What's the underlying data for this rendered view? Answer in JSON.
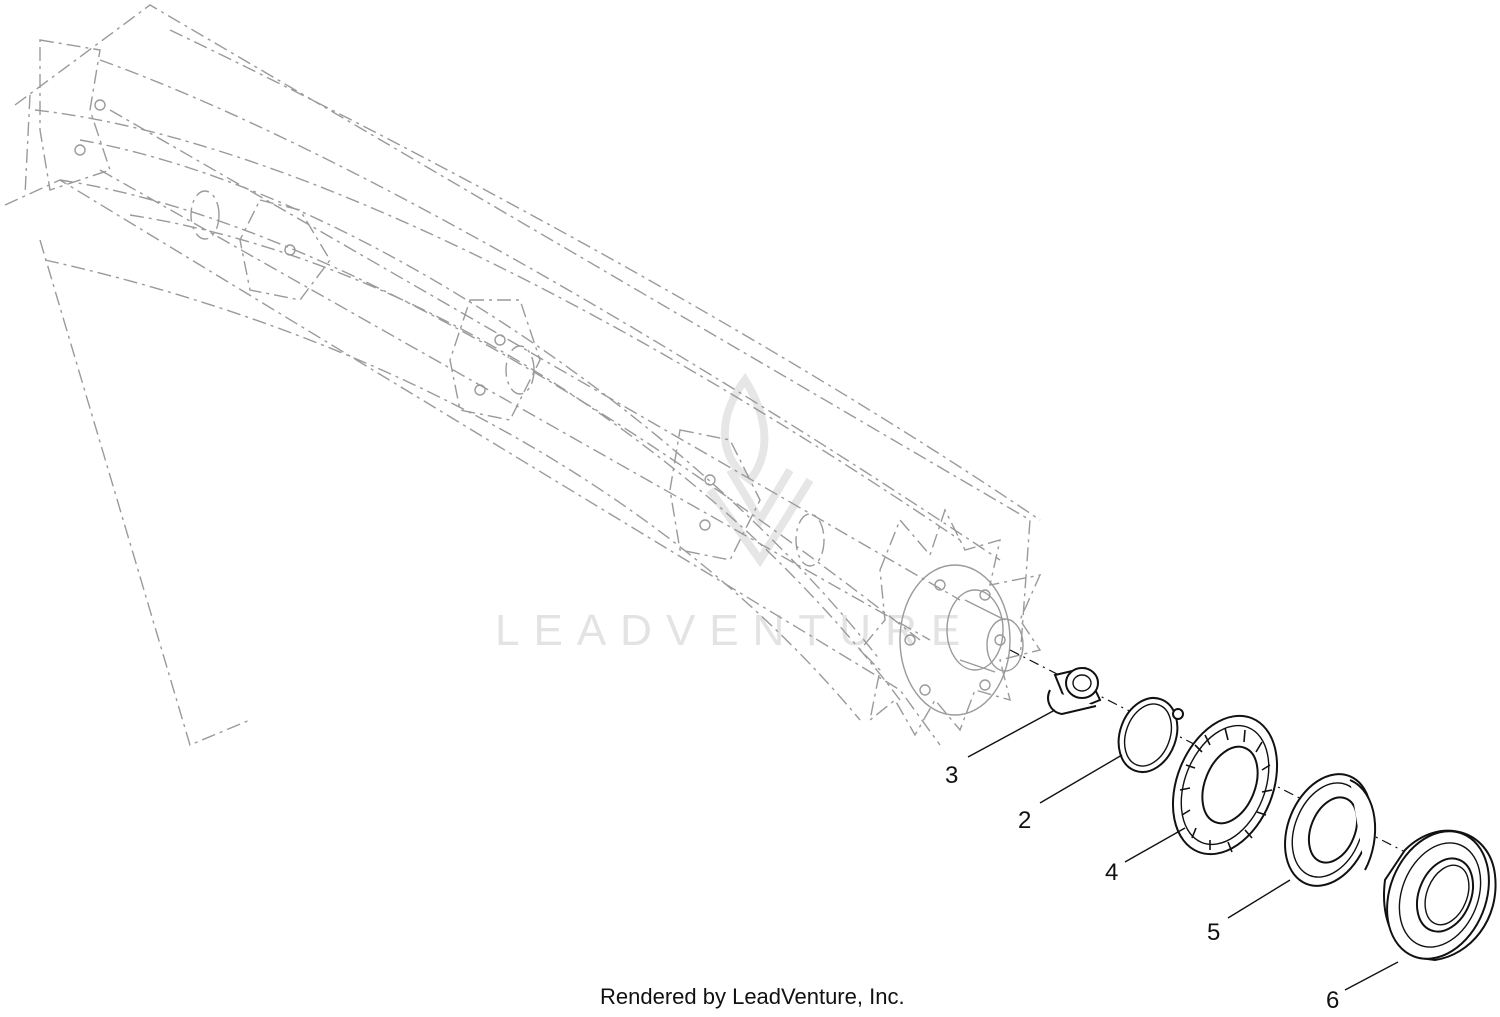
{
  "watermark": {
    "text": "LEADVENTURE"
  },
  "footer": {
    "text": "Rendered by LeadVenture, Inc."
  },
  "callouts": [
    {
      "id": "3",
      "label": "3"
    },
    {
      "id": "2",
      "label": "2"
    },
    {
      "id": "4",
      "label": "4"
    },
    {
      "id": "5",
      "label": "5"
    },
    {
      "id": "6",
      "label": "6"
    }
  ],
  "colors": {
    "ghost_outline": "#9a9a9a",
    "part_outline": "#111111",
    "watermark": "#e3e3e3"
  }
}
